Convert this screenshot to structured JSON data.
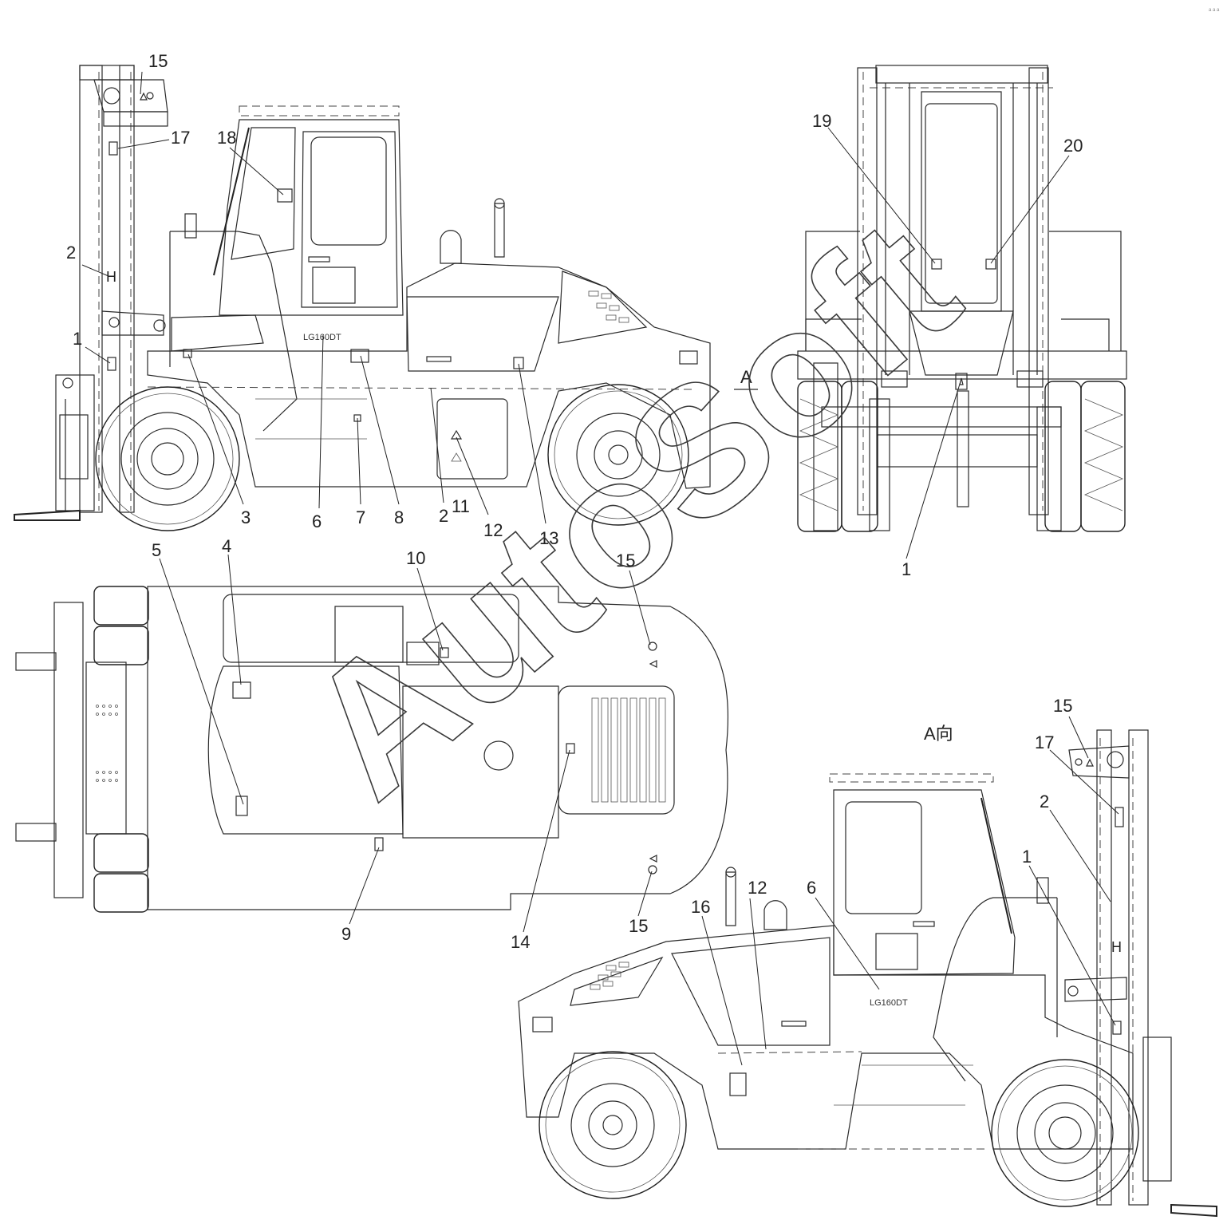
{
  "model_label": "LG160DT",
  "view_marker": "A",
  "view_direction_label": "A向",
  "watermark": "AutoSoft",
  "corner_mark": "a a a",
  "callouts": {
    "side_left": [
      "15",
      "17",
      "18",
      "2",
      "1",
      "3",
      "6",
      "7",
      "8",
      "2",
      "11",
      "12",
      "13"
    ],
    "front": [
      "19",
      "20",
      "1"
    ],
    "top": [
      "5",
      "4",
      "10",
      "15",
      "15",
      "9",
      "14"
    ],
    "side_right": [
      "15",
      "17",
      "2",
      "1",
      "6",
      "12",
      "16"
    ]
  },
  "icons": [
    "warning-triangle-icon",
    "label-plate-icon",
    "lifting-hook-icon",
    "wheel-icon"
  ]
}
